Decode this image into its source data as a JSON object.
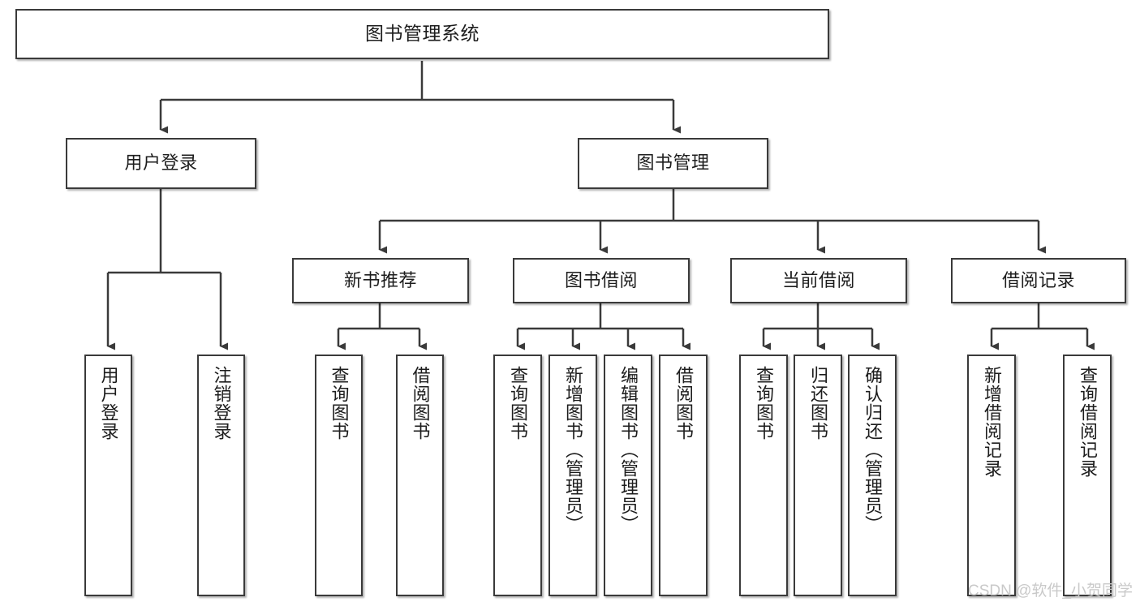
{
  "diagram": {
    "type": "tree",
    "title": "图书管理系统",
    "orientation": "top-down",
    "watermark": "CSDN @软件_小贺同学",
    "colors": {
      "background": "#ffffff",
      "node_border": "#3a3a3a",
      "node_fill": "#ffffff",
      "connector": "#3a3a3a",
      "text": "#1d1d1d",
      "watermark": "#c9c9c9"
    },
    "nodes": {
      "root": {
        "label": "图书管理系统",
        "level": 1
      },
      "user_login": {
        "label": "用户登录",
        "level": 2
      },
      "book_manage": {
        "label": "图书管理",
        "level": 2
      },
      "new_book_rec": {
        "label": "新书推荐",
        "level": 3
      },
      "book_borrow": {
        "label": "图书借阅",
        "level": 3
      },
      "current_borrow": {
        "label": "当前借阅",
        "level": 3
      },
      "borrow_record": {
        "label": "借阅记录",
        "level": 3
      },
      "leaf_user_login": {
        "label": "用户登录",
        "level": 4
      },
      "leaf_logout": {
        "label": "注销登录",
        "level": 4
      },
      "leaf_query_book_1": {
        "label": "查询图书",
        "level": 4
      },
      "leaf_borrow_book_1": {
        "label": "借阅图书",
        "level": 4
      },
      "leaf_query_book_2": {
        "label": "查询图书",
        "level": 4
      },
      "leaf_add_book": {
        "label": "新增图书（管理员）",
        "level": 4
      },
      "leaf_edit_book": {
        "label": "编辑图书（管理员）",
        "level": 4
      },
      "leaf_borrow_book_2": {
        "label": "借阅图书",
        "level": 4
      },
      "leaf_query_book_3": {
        "label": "查询图书",
        "level": 4
      },
      "leaf_return_book": {
        "label": "归还图书",
        "level": 4
      },
      "leaf_confirm_return": {
        "label": "确认归还（管理员）",
        "level": 4
      },
      "leaf_add_record": {
        "label": "新增借阅记录",
        "level": 4
      },
      "leaf_query_record": {
        "label": "查询借阅记录",
        "level": 4
      }
    },
    "edges": [
      {
        "from": "root",
        "to": "user_login"
      },
      {
        "from": "root",
        "to": "book_manage"
      },
      {
        "from": "user_login",
        "to": "leaf_user_login"
      },
      {
        "from": "user_login",
        "to": "leaf_logout"
      },
      {
        "from": "book_manage",
        "to": "new_book_rec"
      },
      {
        "from": "book_manage",
        "to": "book_borrow"
      },
      {
        "from": "book_manage",
        "to": "current_borrow"
      },
      {
        "from": "book_manage",
        "to": "borrow_record"
      },
      {
        "from": "new_book_rec",
        "to": "leaf_query_book_1"
      },
      {
        "from": "new_book_rec",
        "to": "leaf_borrow_book_1"
      },
      {
        "from": "book_borrow",
        "to": "leaf_query_book_2"
      },
      {
        "from": "book_borrow",
        "to": "leaf_add_book"
      },
      {
        "from": "book_borrow",
        "to": "leaf_edit_book"
      },
      {
        "from": "book_borrow",
        "to": "leaf_borrow_book_2"
      },
      {
        "from": "current_borrow",
        "to": "leaf_query_book_3"
      },
      {
        "from": "current_borrow",
        "to": "leaf_return_book"
      },
      {
        "from": "current_borrow",
        "to": "leaf_confirm_return"
      },
      {
        "from": "borrow_record",
        "to": "leaf_add_record"
      },
      {
        "from": "borrow_record",
        "to": "leaf_query_record"
      }
    ]
  }
}
